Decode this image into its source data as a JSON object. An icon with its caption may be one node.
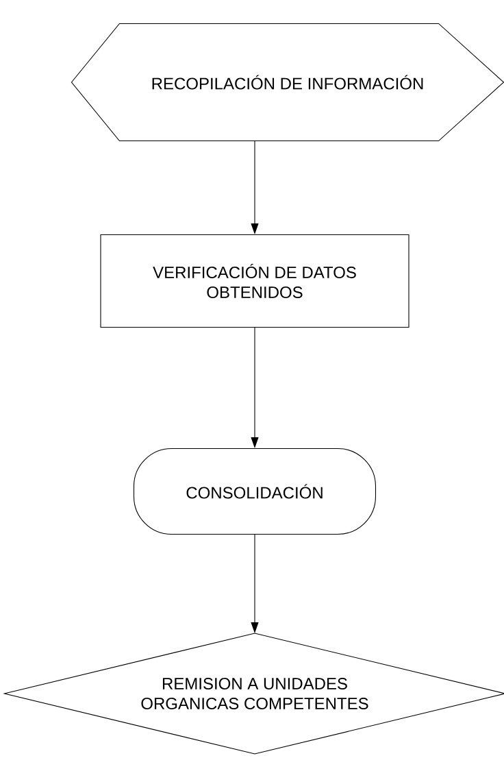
{
  "diagram": {
    "nodes": [
      {
        "text": [
          "RECOPILACIÓN DE INFORMACIÓN"
        ]
      },
      {
        "text": [
          "VERIFICACIÓN DE DATOS OBTENIDOS"
        ]
      },
      {
        "text": [
          "CONSOLIDACIÓN"
        ]
      },
      {
        "text": [
          "REMISION A UNIDADES ORGANICAS COMPETENTES"
        ]
      }
    ],
    "edges": [
      {
        "from": 0,
        "to": 1,
        "arrow": "to"
      },
      {
        "from": 1,
        "to": 2,
        "arrow": "to"
      },
      {
        "from": 2,
        "to": 3,
        "arrow": "to"
      }
    ]
  }
}
